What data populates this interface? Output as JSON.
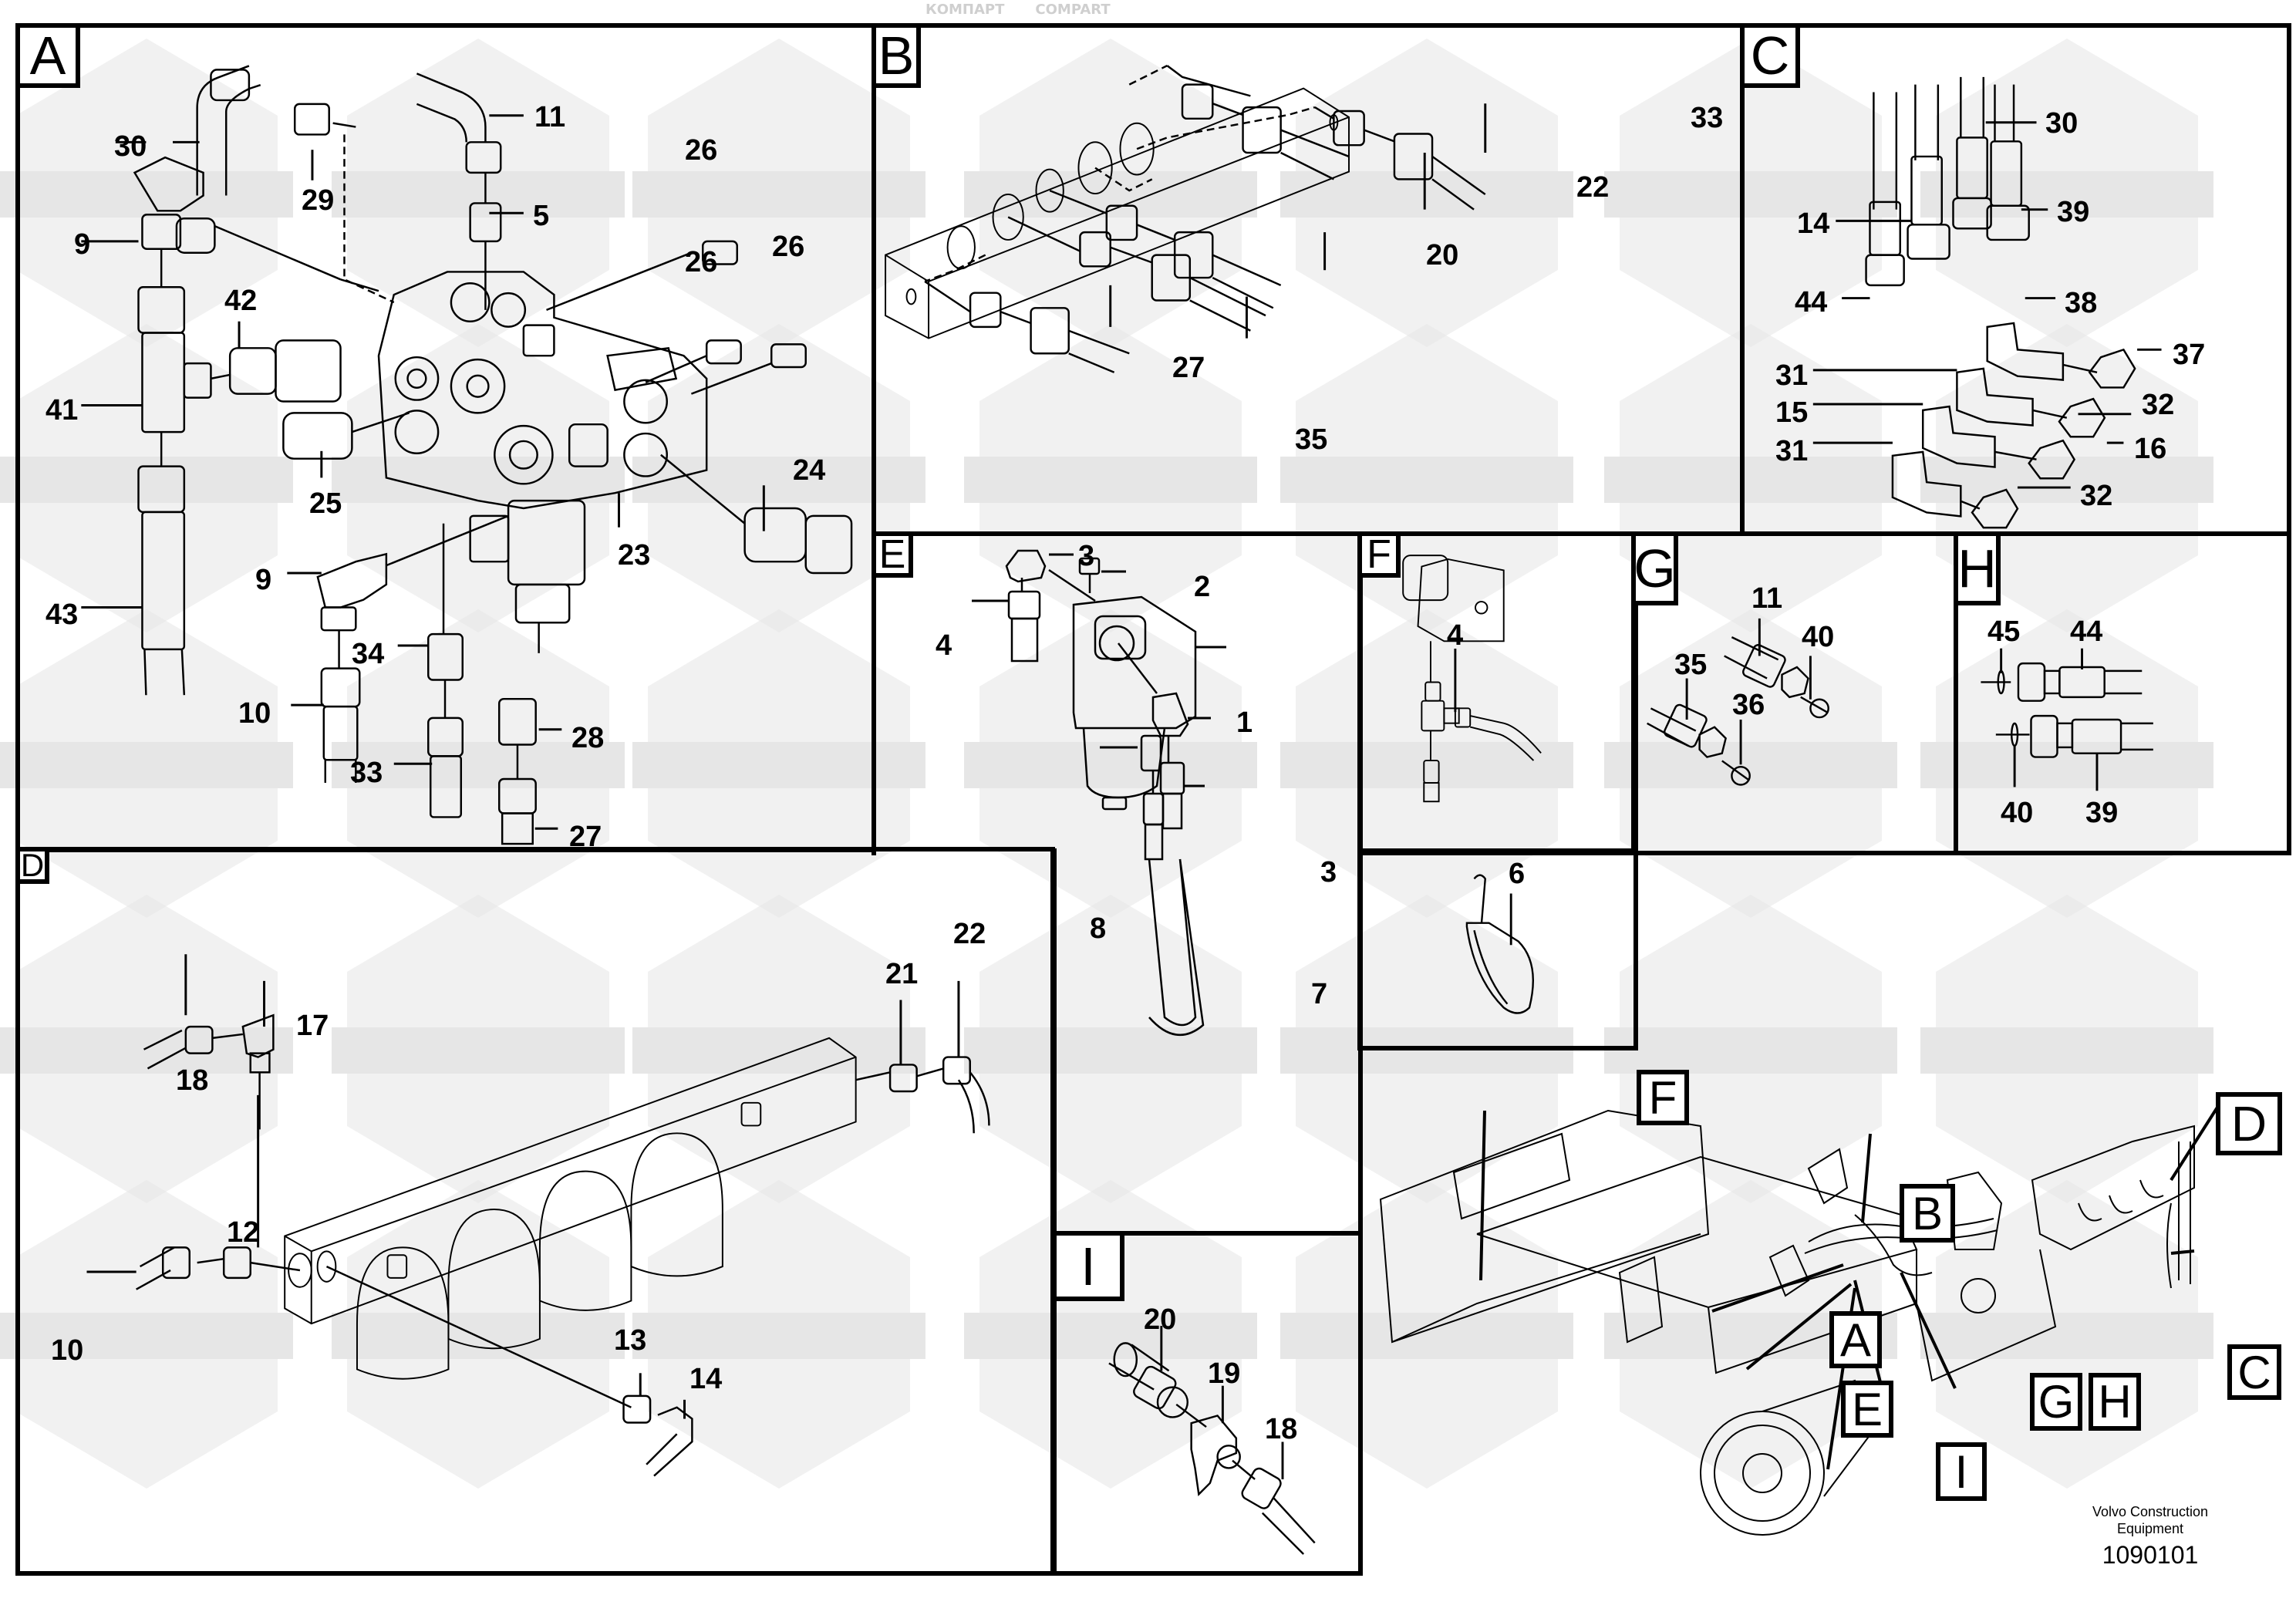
{
  "document": {
    "type": "exploded parts diagram",
    "publisher_line1": "Volvo Construction",
    "publisher_line2": "Equipment",
    "figure_number": "1090101"
  },
  "watermark": {
    "texts": [
      "КОМПАРТ",
      "COMPART"
    ],
    "color": "#e6e6e6"
  },
  "panels": [
    {
      "id": "A",
      "callouts": [
        "30",
        "29",
        "11",
        "9",
        "5",
        "26",
        "26",
        "26",
        "42",
        "41",
        "24",
        "25",
        "23",
        "9",
        "34",
        "43",
        "10",
        "28",
        "33",
        "27"
      ]
    },
    {
      "id": "B",
      "callouts": [
        "33",
        "22",
        "20",
        "27",
        "35"
      ]
    },
    {
      "id": "C",
      "callouts": [
        "30",
        "14",
        "39",
        "44",
        "38",
        "37",
        "31",
        "32",
        "15",
        "16",
        "31",
        "32"
      ]
    },
    {
      "id": "E",
      "callouts": [
        "3",
        "2",
        "4",
        "1",
        "3",
        "8",
        "7"
      ]
    },
    {
      "id": "F",
      "callouts": [
        "4"
      ]
    },
    {
      "id": "G",
      "callouts": [
        "11",
        "40",
        "35",
        "36"
      ]
    },
    {
      "id": "H",
      "callouts": [
        "45",
        "44",
        "40",
        "39"
      ]
    },
    {
      "id": "cable-tie",
      "callouts": [
        "6"
      ]
    },
    {
      "id": "D",
      "callouts": [
        "21",
        "22",
        "17",
        "18",
        "12",
        "10",
        "13",
        "14"
      ]
    },
    {
      "id": "I",
      "callouts": [
        "20",
        "19",
        "18"
      ]
    }
  ],
  "overview": {
    "tags": [
      "F",
      "B",
      "D",
      "A",
      "C",
      "E",
      "G",
      "H",
      "I"
    ]
  }
}
